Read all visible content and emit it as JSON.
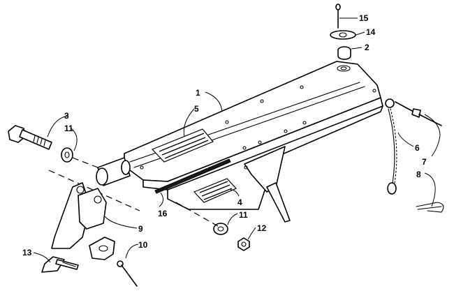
{
  "callouts": [
    {
      "id": "1",
      "label": "1"
    },
    {
      "id": "2",
      "label": "2"
    },
    {
      "id": "3",
      "label": "3"
    },
    {
      "id": "4",
      "label": "4"
    },
    {
      "id": "5",
      "label": "5"
    },
    {
      "id": "6",
      "label": "6"
    },
    {
      "id": "7",
      "label": "7"
    },
    {
      "id": "8",
      "label": "8"
    },
    {
      "id": "9",
      "label": "9"
    },
    {
      "id": "10",
      "label": "10"
    },
    {
      "id": "11a",
      "label": "11"
    },
    {
      "id": "11b",
      "label": "11"
    },
    {
      "id": "12",
      "label": "12"
    },
    {
      "id": "13",
      "label": "13"
    },
    {
      "id": "14",
      "label": "14"
    },
    {
      "id": "15",
      "label": "15"
    },
    {
      "id": "16",
      "label": "16"
    }
  ]
}
